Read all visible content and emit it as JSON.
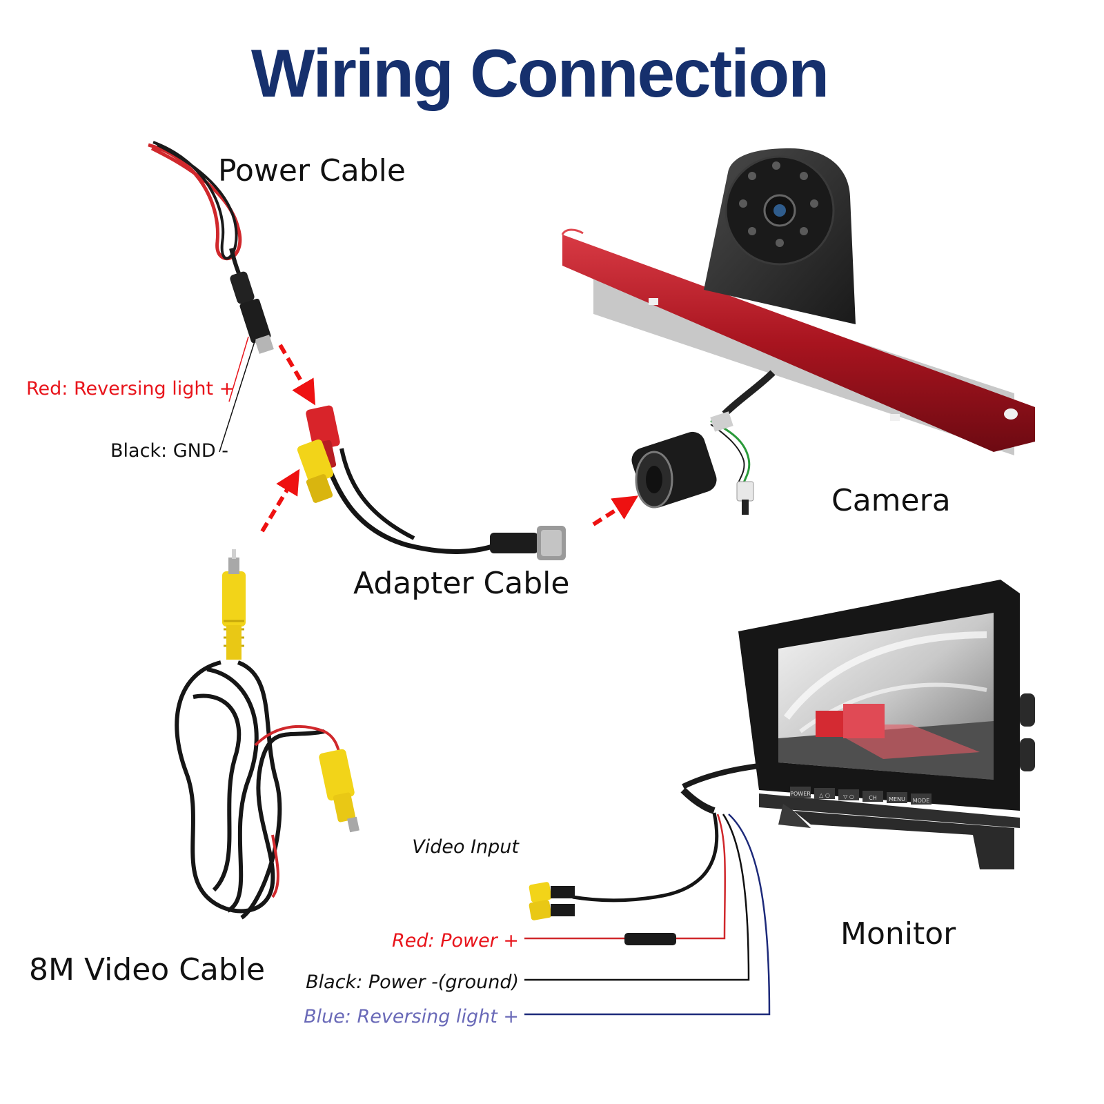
{
  "title": "Wiring Connection",
  "labels": {
    "power_cable": "Power Cable",
    "red_reversing": "Red: Reversing light +",
    "black_gnd": "Black: GND -",
    "camera": "Camera",
    "adapter_cable": "Adapter Cable",
    "video_cable": "8M Video Cable",
    "monitor": "Monitor",
    "video_input": "Video Input",
    "red_power": "Red: Power +",
    "black_power": "Black: Power -(ground)",
    "blue_reversing": "Blue: Reversing light +"
  },
  "monitor_buttons": [
    "POWER",
    "△ ○",
    "▽ ○",
    "CH",
    "MENU",
    "MODE"
  ],
  "colors": {
    "title": "#16306d",
    "arrow": "#ee1111",
    "red_label": "#e8141b",
    "blue_label": "#6a6ab8",
    "brake_light": "#a8141f",
    "camera_body": "#2b2b2b",
    "rca_yellow": "#f2d419",
    "rca_red": "#d8242a",
    "wire_blue": "#1d2a7a"
  }
}
